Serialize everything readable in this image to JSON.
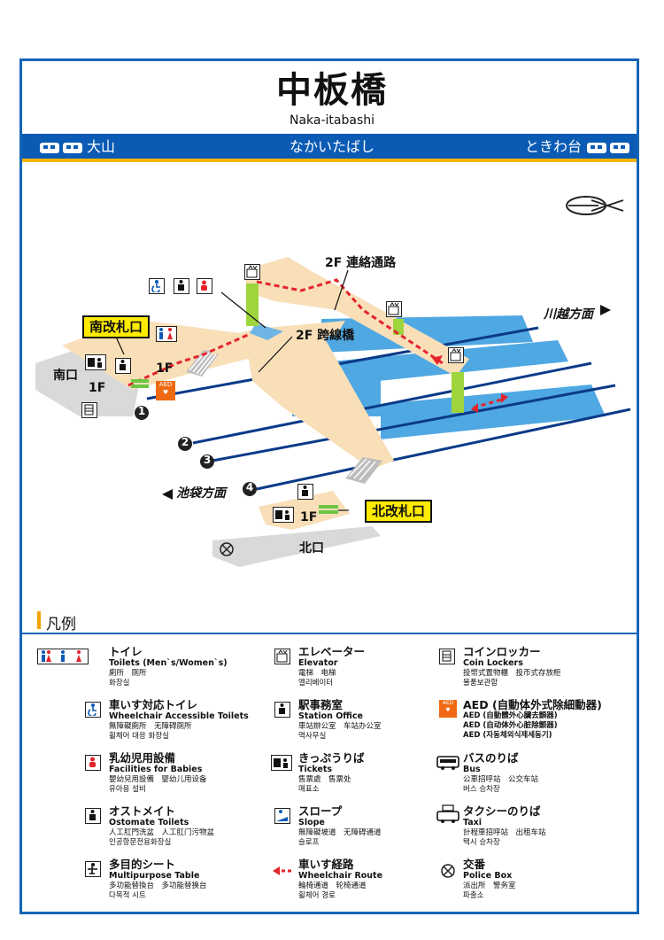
{
  "station": {
    "name_ja": "中板橋",
    "name_roman": "Naka-itabashi",
    "name_kana": "なかいたばし",
    "prev_station": "大山",
    "next_station": "ときわ台"
  },
  "map": {
    "south_gate": "南改札口",
    "north_gate": "北改札口",
    "south_exit": "南口",
    "north_exit": "北口",
    "floor_1f_a": "1F",
    "floor_1f_b": "1F",
    "floor_1f_c": "1F",
    "bridge_2f_link": "2F 連絡通路",
    "bridge_2f_cross": "2F 跨線橋",
    "dir_kawagoe": "川越方面",
    "dir_ikebukuro": "池袋方面",
    "aed_label": "AED",
    "platforms": [
      "1",
      "2",
      "3",
      "4"
    ]
  },
  "legend": {
    "heading": "凡例",
    "items": [
      {
        "ja": "トイレ",
        "en": "Toilets (Men`s/Women`s)",
        "zh": "廁所　厕所",
        "ko": "화장실",
        "icon": "toilet-icon"
      },
      {
        "ja": "車いす対応トイレ",
        "en": "Wheelchair Accessible Toilets",
        "zh": "無障礙廁所　无障碍厕所",
        "ko": "휠체어 대응 화장실",
        "icon": "wheelchair-toilet-icon"
      },
      {
        "ja": "乳幼児用設備",
        "en": "Facilities for Babies",
        "zh": "嬰幼兒用設備　婴幼儿用设备",
        "ko": "유아용 설비",
        "icon": "baby-facility-icon"
      },
      {
        "ja": "オストメイト",
        "en": "Ostomate Toilets",
        "zh": "人工肛門洗盆　人工肛门污物盆",
        "ko": "인공항문전용화장실",
        "icon": "ostomate-icon"
      },
      {
        "ja": "多目的シート",
        "en": "Multipurpose Table",
        "zh": "多功能替換台　多功能替换台",
        "ko": "다목적 시트",
        "icon": "multipurpose-table-icon"
      },
      {
        "ja": "エレベーター",
        "en": "Elevator",
        "zh": "電梯　电梯",
        "ko": "엘리베이터",
        "icon": "elevator-icon"
      },
      {
        "ja": "駅事務室",
        "en": "Station Office",
        "zh": "車站辦公室　车站办公室",
        "ko": "역사무실",
        "icon": "station-office-icon"
      },
      {
        "ja": "きっぷうりば",
        "en": "Tickets",
        "zh": "售票處　售票处",
        "ko": "매표소",
        "icon": "ticket-icon"
      },
      {
        "ja": "スロープ",
        "en": "Slope",
        "zh": "無障礙坡道　无障碍通道",
        "ko": "슬로프",
        "icon": "slope-icon"
      },
      {
        "ja": "車いす経路",
        "en": "Wheelchair Route",
        "zh": "輪椅通道　轮椅通道",
        "ko": "휠체어 경로",
        "icon": "wheelchair-route-icon"
      },
      {
        "ja": "コインロッカー",
        "en": "Coin Lockers",
        "zh": "投幣式置物櫃　投币式存放柜",
        "ko": "물품보관함",
        "icon": "coin-locker-icon"
      },
      {
        "ja": "AED (自動体外式除細動器)",
        "en": "AED (自動體外心臟去顫器)",
        "zh": "AED (自动体外心脏除颤器)",
        "ko": "AED (자동체외식제세동기)",
        "icon": "aed-icon"
      },
      {
        "ja": "バスのりば",
        "en": "Bus",
        "zh": "公車招呼站　公交车站",
        "ko": "버스 승차장",
        "icon": "bus-icon"
      },
      {
        "ja": "タクシーのりば",
        "en": "Taxi",
        "zh": "計程車招呼站　出租车站",
        "ko": "택시 승차장",
        "icon": "taxi-icon"
      },
      {
        "ja": "交番",
        "en": "Police Box",
        "zh": "派出所　警务室",
        "ko": "파출소",
        "icon": "police-box-icon"
      }
    ]
  },
  "colors": {
    "brand_blue": "#0b5bb5",
    "accent_yellow": "#f7b400",
    "platform_blue": "#4fa8e2",
    "floor_beige": "#f8dfb8",
    "route_red": "#e3242b",
    "elevator_green": "#9ed53c",
    "aed_orange": "#ef6a12"
  }
}
